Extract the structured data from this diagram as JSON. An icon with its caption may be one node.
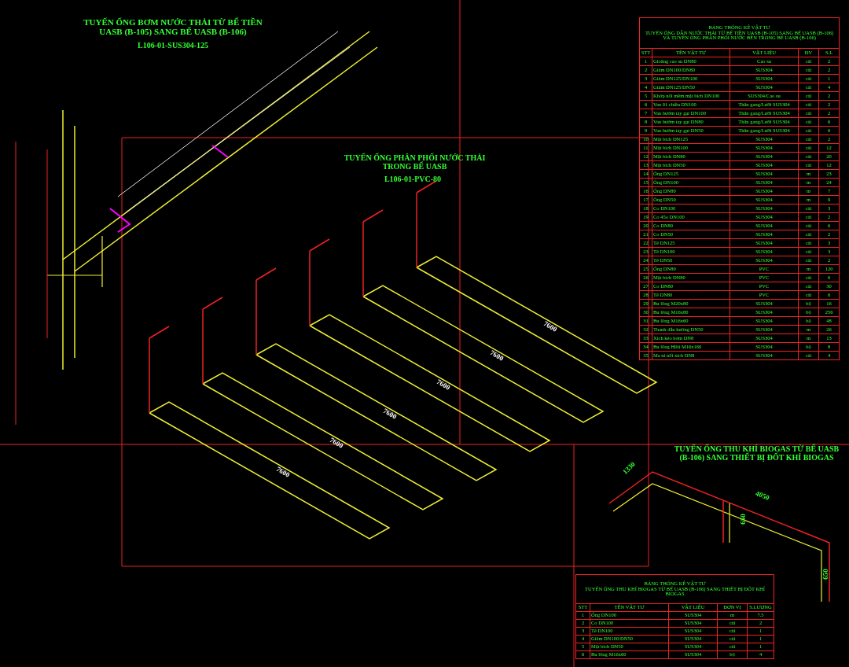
{
  "diagram": {
    "labels": [
      "TUYẾN ỐNG BƠM NƯỚC THẢI TỪ BỂ TIỀN UASB (B-105) SANG BỂ UASB (B-106)",
      "L106-01-SUS304-125",
      "TUYẾN ỐNG PHÂN PHỐI NƯỚC THẢI TRONG BỂ UASB",
      "L106-01-PVC-80",
      "TUYẾN ỐNG THU KHÍ BIOGAS TỪ BỂ UASB (B-106) SANG THIẾT BỊ ĐỐT KHÍ BIOGAS",
      "BẢNG THỐNG KÊ VẬT TƯ",
      "TUYẾN ỐNG DẪN NƯỚC THẢI TỪ BỂ TIỀN UASB (B-105) SANG BỂ UASB (B-106) VÀ TUYẾN ỐNG PHÂN PHỐI NƯỚC BÊN TRONG BỂ UASB (B-106)",
      "STT",
      "TÊN VẬT TƯ",
      "VẬT LIỆU",
      "ĐV",
      "S.L",
      "1",
      "Gioăng cao su DN80",
      "Cao su",
      "cái",
      "2",
      "2",
      "Giảm DN100/DN80",
      "SUS304",
      "cái",
      "2",
      "3",
      "Giảm DN125/DN100",
      "SUS304",
      "cái",
      "1",
      "4",
      "Giảm DN125/DN50",
      "SUS304",
      "cái",
      "4",
      "5",
      "Khớp nối mềm mặt bích DN100",
      "SUS304/Cao su",
      "cái",
      "2",
      "6",
      "Van 01 chiều DN100",
      "Thân gang/Lưỡi SUS304",
      "cái",
      "2",
      "7",
      "Van bướm tay gạt DN100",
      "Thân gang/Lưỡi SUS304",
      "cái",
      "2",
      "8",
      "Van bướm tay gạt DN80",
      "Thân gang/Lưỡi SUS304",
      "cái",
      "6",
      "9",
      "Van bướm tay gạt DN50",
      "Thân gang/Lưỡi SUS304",
      "cái",
      "6",
      "10",
      "Mặt bích DN125",
      "SUS304",
      "cái",
      "2",
      "11",
      "Mặt bích DN100",
      "SUS304",
      "cái",
      "12",
      "12",
      "Mặt bích DN80",
      "SUS304",
      "cái",
      "20",
      "13",
      "Mặt bích DN50",
      "SUS304",
      "cái",
      "12",
      "14",
      "Ống DN125",
      "SUS304",
      "m",
      "23",
      "15",
      "Ống DN100",
      "SUS304",
      "m",
      "24",
      "16",
      "Ống DN80",
      "SUS304",
      "m",
      "7",
      "17",
      "Ống DN50",
      "SUS304",
      "m",
      "9",
      "18",
      "Co DN100",
      "SUS304",
      "cái",
      "3",
      "19",
      "Co 45o DN100",
      "SUS304",
      "cái",
      "2",
      "20",
      "Co DN80",
      "SUS304",
      "cái",
      "6",
      "21",
      "Co DN50",
      "SUS304",
      "cái",
      "2",
      "22",
      "Tê DN125",
      "SUS304",
      "cái",
      "3",
      "23",
      "Tê DN100",
      "SUS304",
      "cái",
      "3",
      "24",
      "Tê DN50",
      "SUS304",
      "cái",
      "2",
      "25",
      "Ống DN80",
      "PVC",
      "m",
      "120",
      "26",
      "Mặt bích DN80",
      "PVC",
      "cái",
      "6",
      "27",
      "Co DN80",
      "PVC",
      "cái",
      "30",
      "28",
      "Tê DN80",
      "PVC",
      "cái",
      "6",
      "29",
      "Bu lông M20x80",
      "SUS304",
      "bộ",
      "16",
      "30",
      "Bu lông M16x80",
      "SUS304",
      "bộ",
      "256",
      "31",
      "Bu lông M16x60",
      "SUS304",
      "bộ",
      "48",
      "32",
      "Thanh dẫn hướng DN50",
      "SUS304",
      "m",
      "26",
      "33",
      "Xích kéo bơm DN8",
      "SUS304",
      "m",
      "13",
      "34",
      "Bu lông Hilti M16x160",
      "SUS304",
      "bộ",
      "8",
      "35",
      "Ma ní nối xích DN8",
      "SUS304",
      "cái",
      "4",
      "BẢNG THỐNG KÊ VẬT TƯ",
      "TUYẾN ỐNG THU KHÍ BIOGAS TỪ BỂ UASB (B-106) SANG THIẾT BỊ ĐỐT KHÍ BIOGAS",
      "STT",
      "TÊN VẬT TƯ",
      "VẬT LIỆU",
      "ĐƠN VỊ",
      "S.LƯỢNG",
      "1",
      "Ống DN100",
      "SUS304",
      "m",
      "7.5",
      "2",
      "Co DN100",
      "SUS304",
      "cái",
      "2",
      "3",
      "Tê DN100",
      "SUS304",
      "cái",
      "1",
      "4",
      "Giảm DN100/DN50",
      "SUS304",
      "cái",
      "1",
      "5",
      "Mặt bích DN50",
      "SUS304",
      "cái",
      "1",
      "6",
      "Bu lông M16x60",
      "SUS304",
      "bộ",
      "4",
      "1330",
      "4050",
      "650",
      "650",
      "7600",
      "7600",
      "7600",
      "7600",
      "7600",
      "7600"
    ]
  }
}
